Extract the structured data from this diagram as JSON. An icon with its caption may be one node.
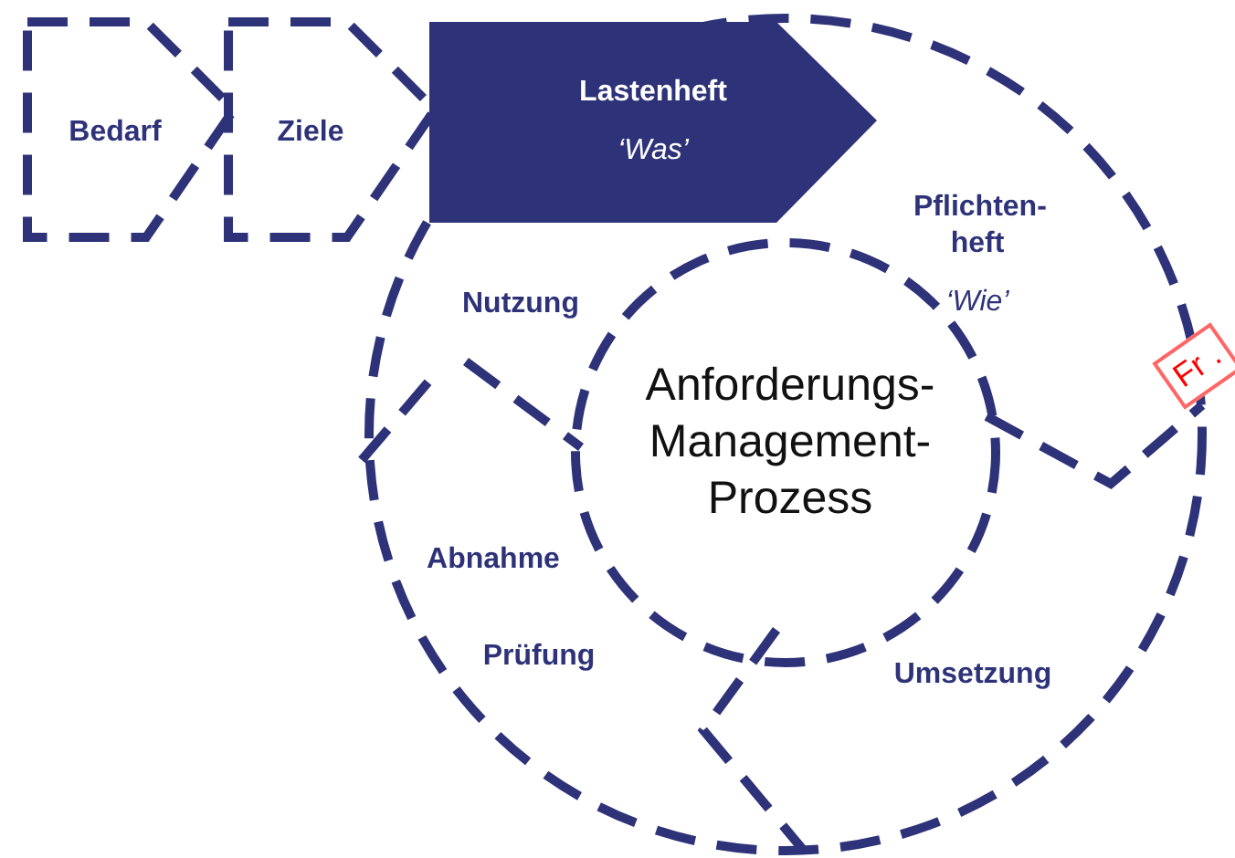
{
  "diagram": {
    "nodes": [
      {
        "text": [
          "Bedarf"
        ]
      },
      {
        "text": [
          "Ziele"
        ]
      },
      {
        "text": [
          "Lastenheft",
          "‘Was’"
        ]
      },
      {
        "text": [
          "Pflichten-heft",
          "‘Wie’"
        ]
      },
      {
        "text": [
          "Umsetzung"
        ]
      },
      {
        "text": [
          "Prüfung"
        ]
      },
      {
        "text": [
          "Abnahme"
        ]
      },
      {
        "text": [
          "Nutzung"
        ]
      },
      {
        "text": [
          "Anforderungs-Management-Prozess"
        ]
      }
    ],
    "labels": [
      "Fr ."
    ]
  }
}
